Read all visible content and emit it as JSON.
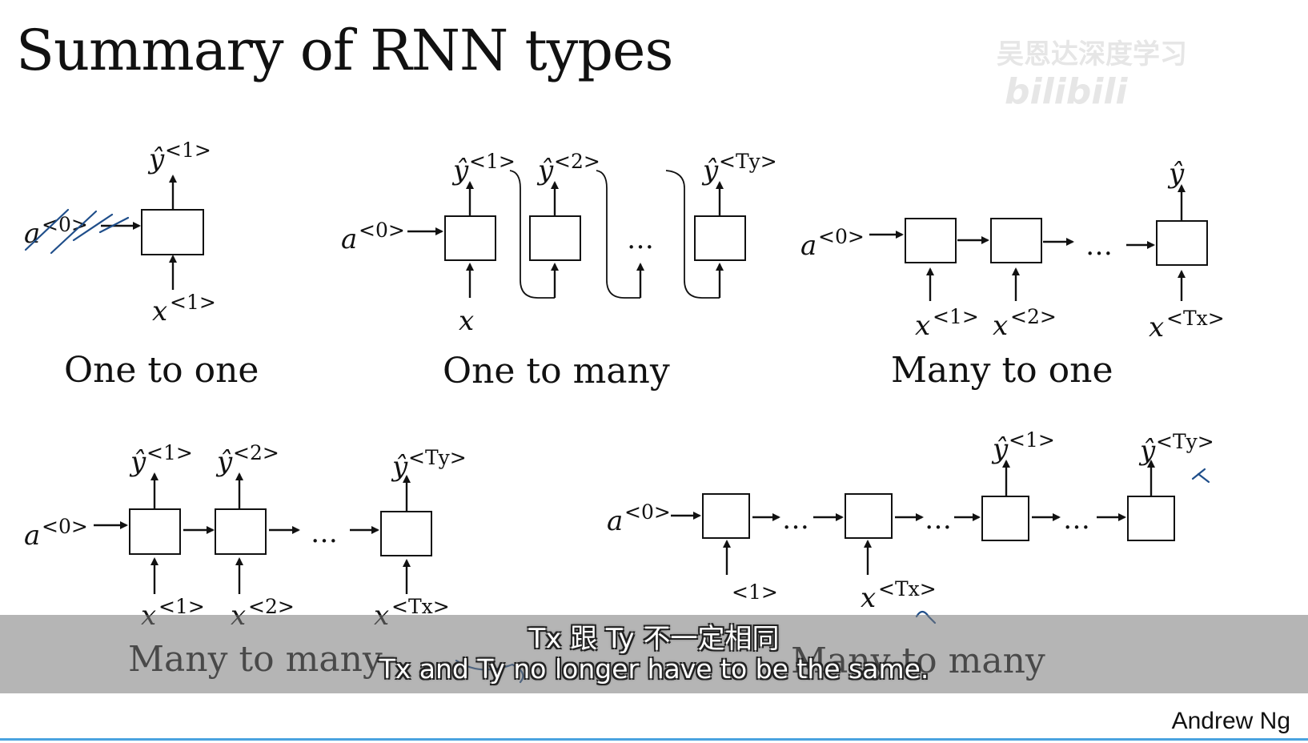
{
  "title": "Summary of RNN types",
  "watermark": "吴恩达深度学习",
  "watermark_logo": "bilibili",
  "captions": {
    "one_to_one": "One to one",
    "one_to_many": "One to many",
    "many_to_one": "Many to one",
    "many_to_many_1": "Many to many",
    "many_to_many_2": "Many to many"
  },
  "symbols": {
    "a": "a",
    "x": "x",
    "y_hat": "ŷ",
    "s0": "<0>",
    "s1": "<1>",
    "s2": "<2>",
    "sTy": "<Ty>",
    "sTx": "<Tx>",
    "dots": "…"
  },
  "subtitles": {
    "zh": "Tx 跟 Ty 不一定相同",
    "en": "Tx and Ty no longer have to be the same."
  },
  "author": "Andrew Ng",
  "colors": {
    "ink": "#1f4e8a",
    "subtitle_bar": "#787878",
    "bottom_line": "#4aa3df"
  }
}
